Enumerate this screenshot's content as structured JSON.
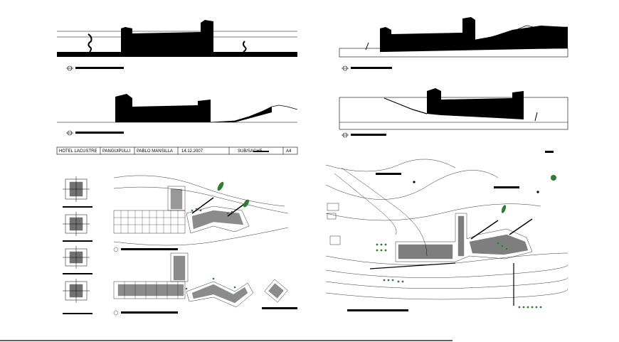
{
  "title_block": {
    "project": "HOTEL LACUSTRE",
    "location": "PANGUIPULLI",
    "author": "PABLO MANSILLA",
    "date": "14.12.2007",
    "sheet_label": "SUB/SACHE",
    "sheet_size": "A4"
  },
  "colors": {
    "line": "#000000",
    "tree": "#2e7d32",
    "paper": "#ffffff"
  }
}
